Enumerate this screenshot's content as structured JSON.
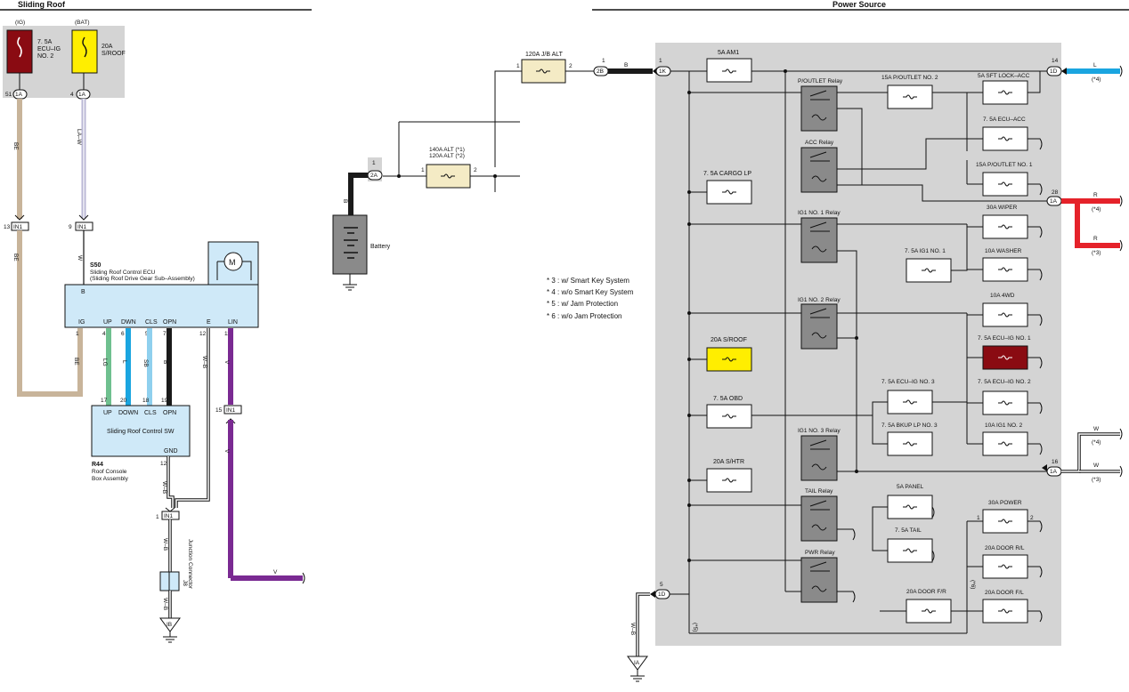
{
  "headers": {
    "left": "Sliding Roof",
    "right": "Power Source"
  },
  "colors": {
    "beige": "#c8b49a",
    "lavender": "#b9b6d4",
    "green": "#6fc08f",
    "blue": "#1aa5e0",
    "lightblue": "#8fd0ee",
    "black": "#1a1a1a",
    "purple": "#7a2a92",
    "red": "#e5222a",
    "grey": "#d4d4d4",
    "fuse_yellow": "#ffee00",
    "fuse_red": "#8a0b12",
    "fuse_tan": "#f4ebc5"
  },
  "sliding_roof": {
    "fuse_ig": {
      "top": "(IG)",
      "lines": [
        "7. 5A",
        "ECU–IG",
        "NO. 2"
      ]
    },
    "fuse_bat": {
      "top": "(BAT)",
      "lines": [
        "20A",
        "S/ROOF"
      ]
    },
    "conn_1a_left": {
      "pin": "51",
      "code": "1A"
    },
    "conn_1a_right": {
      "pin": "4",
      "code": "1A"
    },
    "wire_be": "BE",
    "wire_law": "LA–W",
    "wire_w": "W",
    "conn_in1_left": {
      "pin": "13",
      "code": "IN1"
    },
    "conn_in1_right": {
      "pin": "9",
      "code": "IN1"
    },
    "ecu": {
      "code": "S50",
      "name": "Sliding Roof Control ECU",
      "sub": "(Sliding Roof Drive Gear Sub–Assembly)",
      "motor": "M",
      "pin_b": "B",
      "pins": [
        {
          "label": "IG",
          "num": "1"
        },
        {
          "label": "UP",
          "num": "4"
        },
        {
          "label": "DWN",
          "num": "6"
        },
        {
          "label": "CLS",
          "num": "5"
        },
        {
          "label": "OPN",
          "num": "7"
        },
        {
          "label": "E",
          "num": "12"
        },
        {
          "label": "LIN",
          "num": "11"
        }
      ]
    },
    "wire_labels": {
      "lg": "LG",
      "l": "L",
      "sb": "SB",
      "b": "B",
      "wb": "W–B",
      "v": "V",
      "be2": "BE"
    },
    "switch": {
      "code": "R44",
      "name": "Sliding Roof Control SW",
      "assembly": [
        "Roof Console",
        "Box Assembly"
      ],
      "gnd": "GND",
      "gnd_pin": "12",
      "pins": [
        {
          "label": "UP",
          "num": "17"
        },
        {
          "label": "DOWN",
          "num": "20"
        },
        {
          "label": "CLS",
          "num": "18"
        },
        {
          "label": "OPN",
          "num": "19"
        }
      ]
    },
    "conn_in1_mid": {
      "pin": "15",
      "code": "IN1"
    },
    "conn_in1_low": {
      "pin": "1",
      "code": "IN1"
    },
    "junction": {
      "code": "J8",
      "name": "Junction Connector"
    },
    "ground_ib": "IB"
  },
  "battery_area": {
    "fuse_main": {
      "label": "120A J/B ALT",
      "pin1": "1",
      "pin2": "2"
    },
    "fuse_alt": {
      "label1": "140A ALT (*1)",
      "label2": "120A ALT (*2)",
      "pin1": "1",
      "pin2": "2"
    },
    "conn_2a": {
      "pin": "1",
      "code": "2A"
    },
    "conn_2b": {
      "pin": "1",
      "code": "2B"
    },
    "wire_b": "B",
    "battery": "Battery"
  },
  "notes": [
    "* 3 : w/ Smart Key System",
    "* 4 : w/o Smart Key System",
    "* 5 : w/ Jam Protection",
    "* 6 : w/o Jam Protection"
  ],
  "junction_block": {
    "conn_1k": {
      "pin": "1",
      "code": "1K"
    },
    "conn_1d_top": {
      "pin": "14",
      "code": "1D"
    },
    "conn_1a": {
      "pin": "28",
      "code": "1A"
    },
    "conn_1a_low": {
      "pin": "16",
      "code": "1A"
    },
    "conn_1d_low": {
      "pin": "5",
      "code": "1D"
    },
    "fuses": {
      "am1": "5A AM1",
      "poutlet2": "15A P/OUTLET NO. 2",
      "sftlock": "5A SFT LOCK–ACC",
      "ecuacc": "7. 5A ECU–ACC",
      "cargo": "7. 5A CARGO LP",
      "poutlet1": "15A P/OUTLET NO. 1",
      "wiper": "30A WIPER",
      "ig1no1": "7. 5A IG1 NO. 1",
      "washer": "10A WASHER",
      "fourwd": "10A 4WD",
      "sroof": "20A S/ROOF",
      "ecuig1": "7. 5A ECU–IG NO. 1",
      "ecuig3": "7. 5A ECU–IG NO. 3",
      "ecuig2": "7. 5A ECU–IG NO. 2",
      "obd": "7. 5A OBD",
      "bkup3": "7. 5A BKUP LP NO. 3",
      "ig1no2": "10A IG1 NO. 2",
      "shtr": "20A S/HTR",
      "panel": "5A PANEL",
      "power": "30A POWER",
      "tail": "7. 5A TAIL",
      "doorrl": "20A DOOR R/L",
      "doorfr": "20A DOOR F/R",
      "doorfl": "20A DOOR F/L"
    },
    "power_pins": {
      "p1": "1",
      "p2": "2"
    },
    "relays": {
      "poutlet": "P/OUTLET Relay",
      "acc": "ACC Relay",
      "ig1no1": "IG1 NO. 1 Relay",
      "ig1no2": "IG1 NO. 2 Relay",
      "ig1no3": "IG1 NO. 3 Relay",
      "tail": "TAIL Relay",
      "pwr": "PWR Relay"
    },
    "notes": {
      "n5": "(*5)",
      "n6": "(*6)"
    }
  },
  "outputs": {
    "l": "L",
    "l_note": "(*4)",
    "r1": "R",
    "r1_note": "(*4)",
    "r2": "R",
    "r2_note": "(*3)",
    "w1": "W",
    "w1_note": "(*4)",
    "w2": "W",
    "w2_note": "(*3)",
    "wb": "W–B",
    "ground_ia": "IA"
  }
}
